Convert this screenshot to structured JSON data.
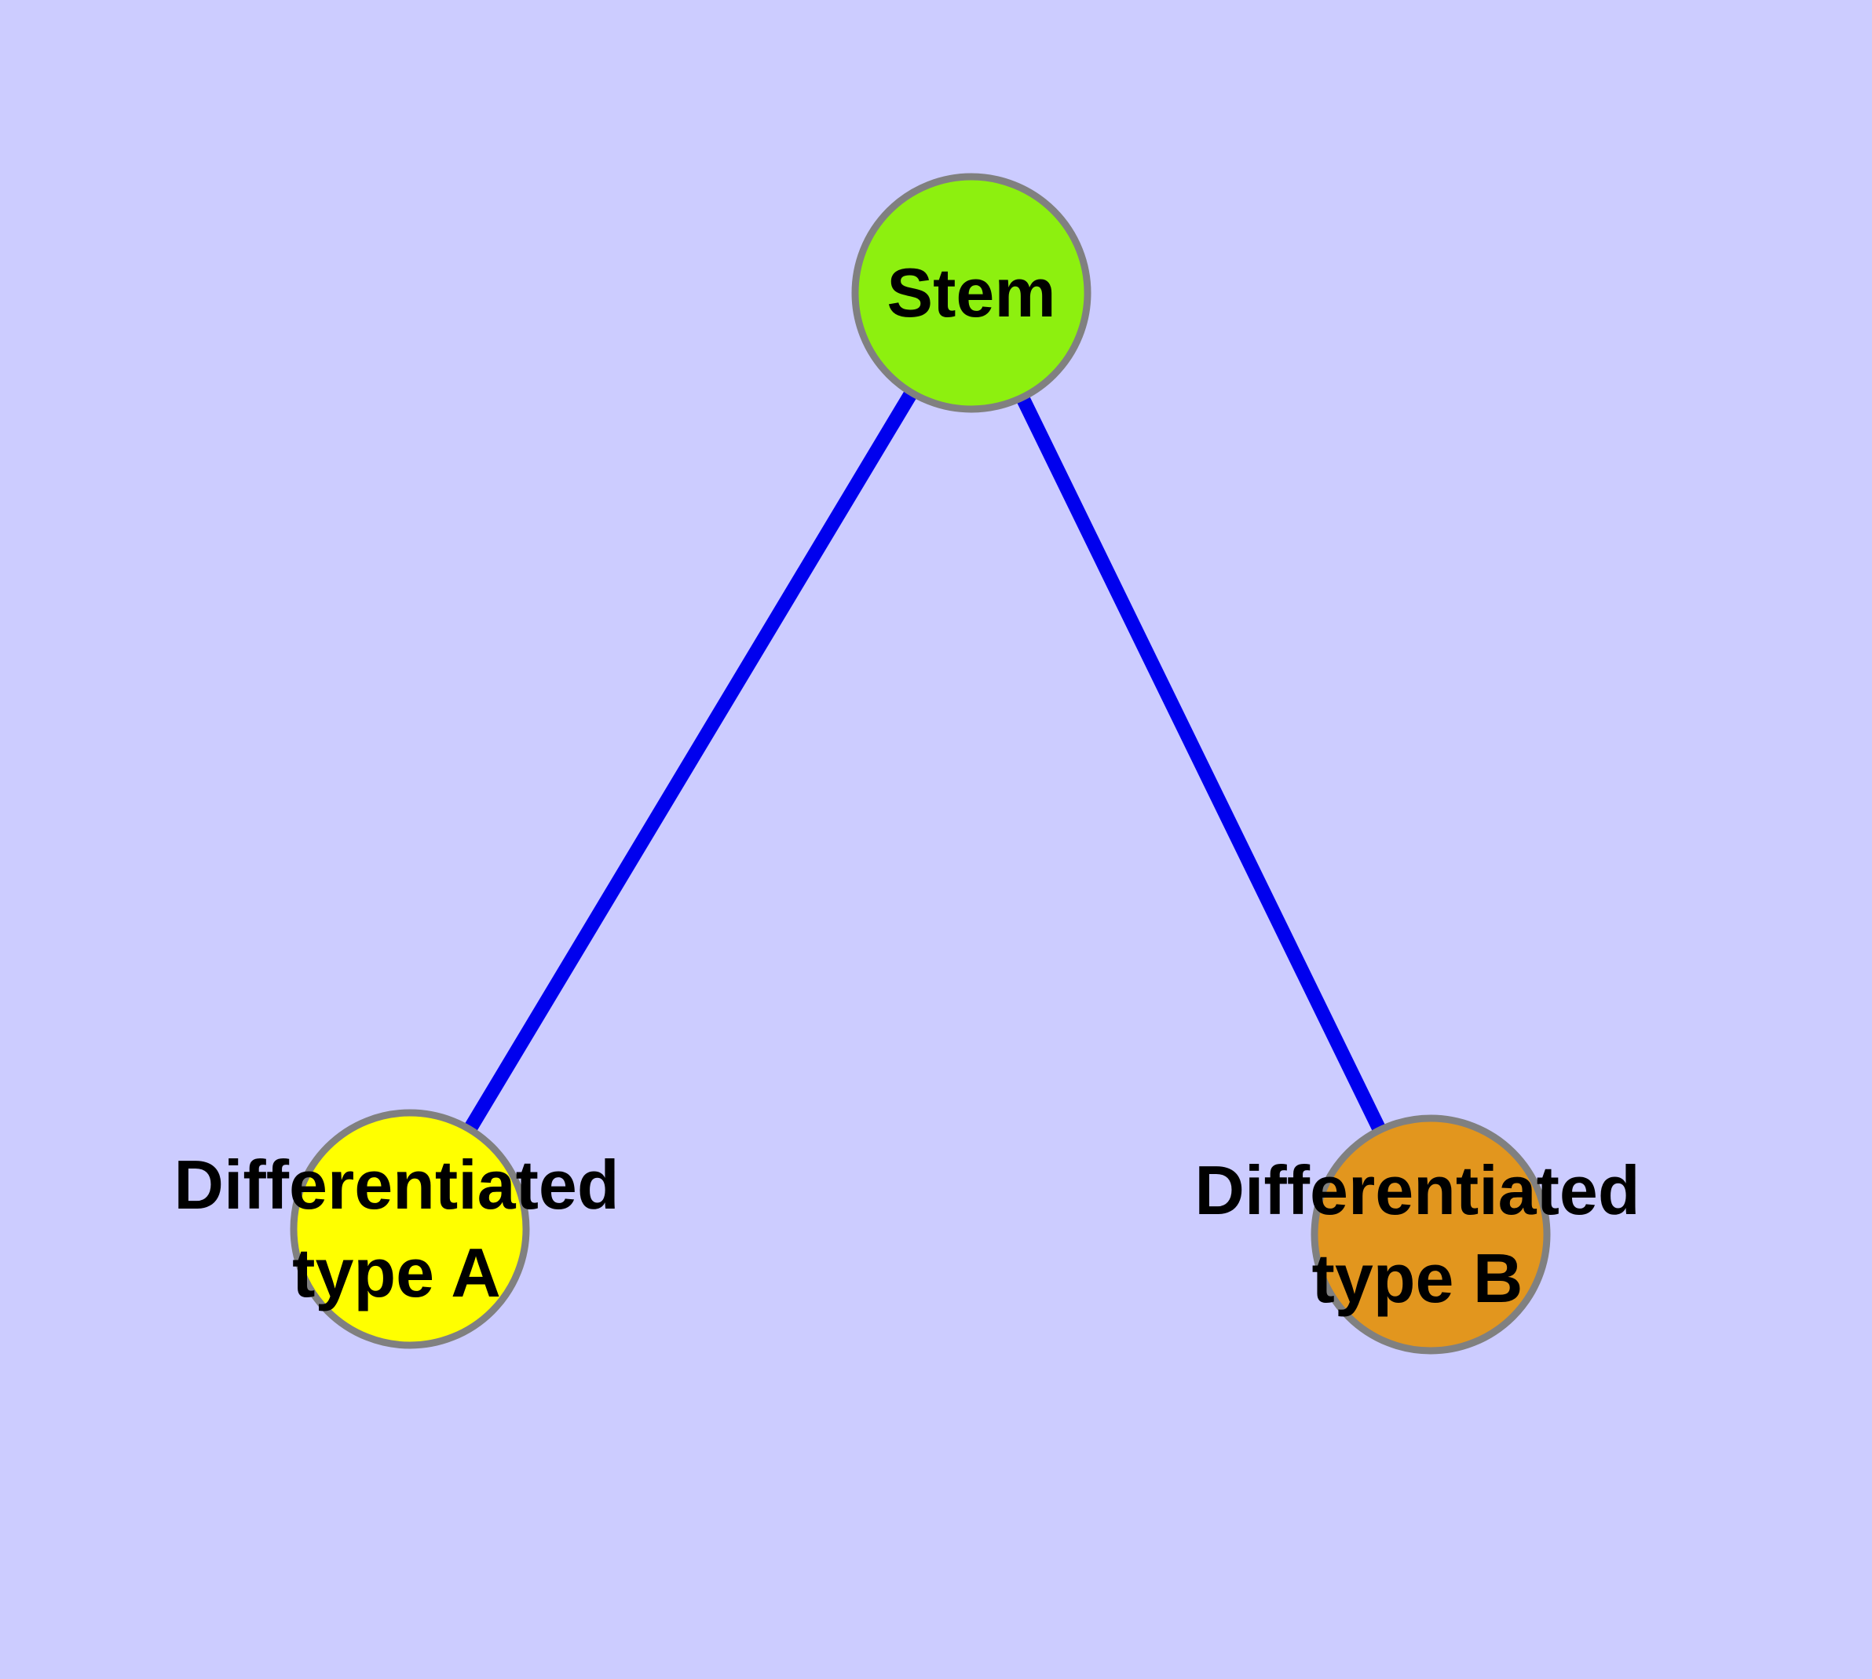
{
  "colors": {
    "background": "#CCCCFF",
    "edge": "#0000EE",
    "node_border": "#808080",
    "stem_fill": "#8DF00F",
    "type_a_fill": "#FFFF00",
    "type_b_fill": "#E2961E",
    "label_color": "#000000"
  },
  "graph": {
    "type": "tree",
    "nodes": [
      {
        "id": "stem",
        "label_lines": [
          "Stem"
        ],
        "fill": "#8DF00F"
      },
      {
        "id": "type-a",
        "label_lines": [
          "Differentiated",
          "type A"
        ],
        "fill": "#FFFF00"
      },
      {
        "id": "type-b",
        "label_lines": [
          "Differentiated",
          "type B"
        ],
        "fill": "#E2961E"
      }
    ],
    "edges": [
      {
        "from": "stem",
        "to": "type-a"
      },
      {
        "from": "stem",
        "to": "type-b"
      }
    ]
  }
}
